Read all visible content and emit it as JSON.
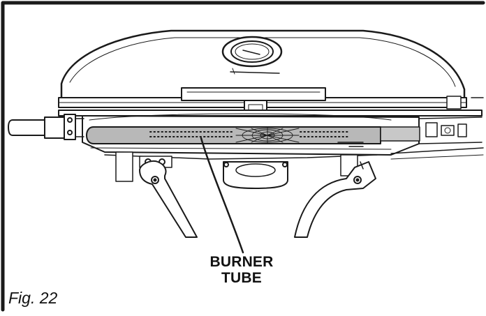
{
  "figure": {
    "label": "Fig. 22",
    "callout": {
      "line1": "BURNER",
      "line2": "TUBE"
    }
  },
  "colors": {
    "line": "#1a1a1a",
    "burner_fill": "#b8b8b8",
    "background": "#ffffff"
  },
  "icons": [
    "thermometer-gauge-icon"
  ]
}
